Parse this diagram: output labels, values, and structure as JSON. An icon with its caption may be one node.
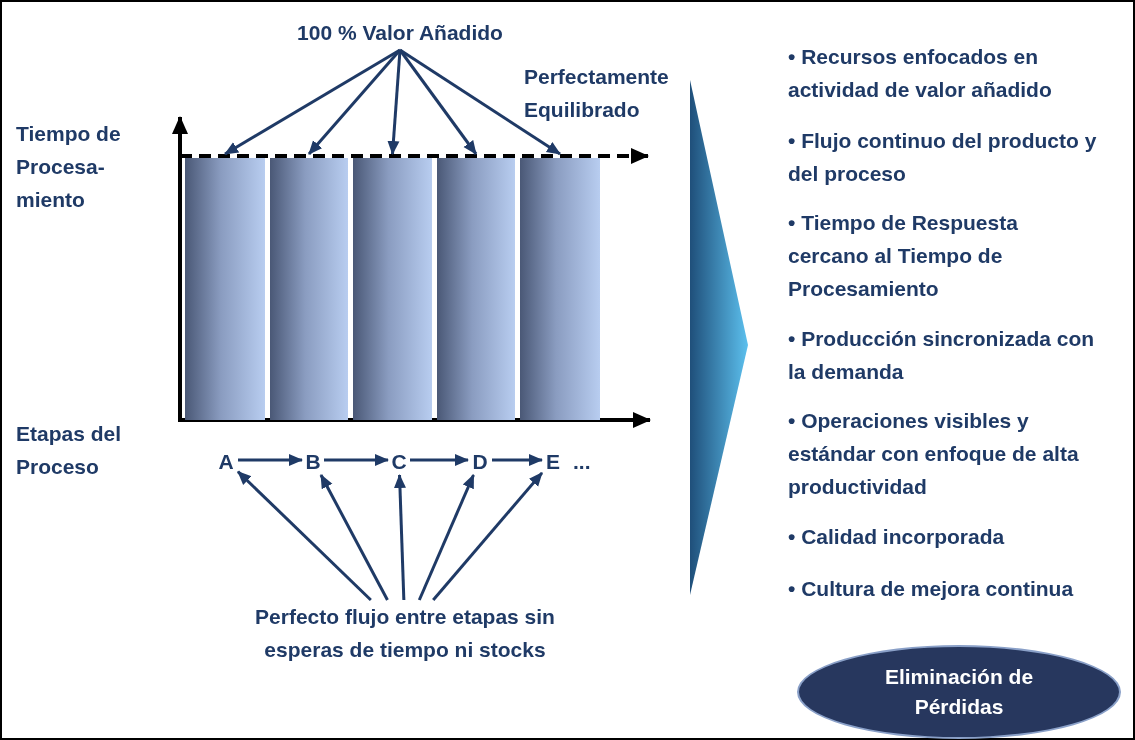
{
  "diagram": {
    "nodes": [
      {
        "text": [
          "100 % Valor Añadido"
        ]
      },
      {
        "text": [],
        "shape": "bar"
      },
      {
        "text": [],
        "shape": "bar"
      },
      {
        "text": [],
        "shape": "bar"
      },
      {
        "text": [],
        "shape": "bar"
      },
      {
        "text": [],
        "shape": "bar"
      },
      {
        "text": [
          "A"
        ]
      },
      {
        "text": [
          "B"
        ]
      },
      {
        "text": [
          "C"
        ]
      },
      {
        "text": [
          "D"
        ]
      },
      {
        "text": [
          "E"
        ]
      },
      {
        "text": [
          "Perfecto flujo entre etapas sin esperas de tiempo ni stocks"
        ]
      },
      {
        "text": [
          "Eliminación de Pérdidas"
        ]
      }
    ],
    "edges": [
      {
        "from": 0,
        "to": 1,
        "arrow": "to"
      },
      {
        "from": 0,
        "to": 2,
        "arrow": "to"
      },
      {
        "from": 0,
        "to": 3,
        "arrow": "to"
      },
      {
        "from": 0,
        "to": 4,
        "arrow": "to"
      },
      {
        "from": 0,
        "to": 5,
        "arrow": "to"
      },
      {
        "from": 6,
        "to": 7,
        "arrow": "to"
      },
      {
        "from": 7,
        "to": 8,
        "arrow": "to"
      },
      {
        "from": 8,
        "to": 9,
        "arrow": "to"
      },
      {
        "from": 9,
        "to": 10,
        "arrow": "to"
      },
      {
        "from": 11,
        "to": 6,
        "arrow": "to"
      },
      {
        "from": 11,
        "to": 7,
        "arrow": "to"
      },
      {
        "from": 11,
        "to": 8,
        "arrow": "to"
      },
      {
        "from": 11,
        "to": 9,
        "arrow": "to"
      },
      {
        "from": 11,
        "to": 10,
        "arrow": "to"
      }
    ],
    "labels": [
      "Perfectamente Equilibrado",
      "Tiempo de Procesa- miento",
      "Etapas del Proceso",
      "...",
      "• Recursos enfocados en actividad de valor añadido",
      "• Flujo continuo del producto y del proceso",
      "• Tiempo de Respuesta cercano al Tiempo de Procesamiento",
      "• Producción sincronizada con la demanda",
      "• Operaciones visibles y estándar con enfoque de alta productividad",
      "• Calidad incorporada",
      "• Cultura de mejora continua"
    ]
  }
}
